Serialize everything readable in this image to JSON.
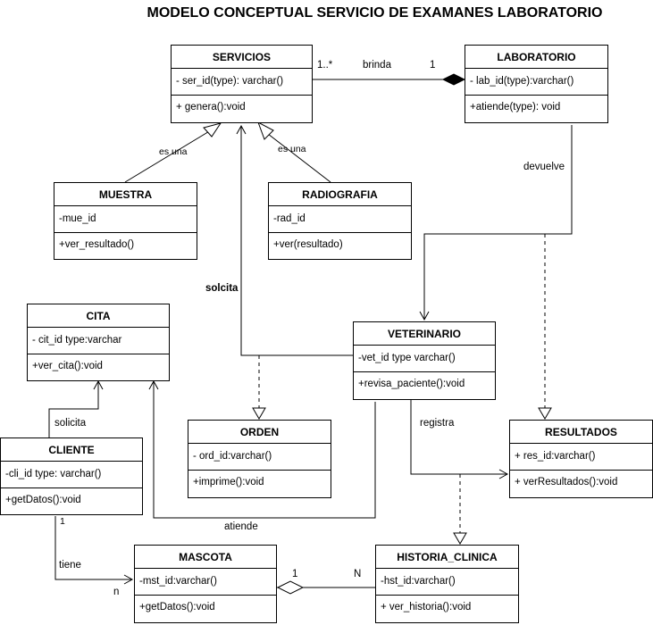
{
  "title": "MODELO CONCEPTUAL SERVICIO DE EXAMANES LABORATORIO",
  "classes": {
    "servicios": {
      "name": "SERVICIOS",
      "attr": "- ser_id(type): varchar()",
      "method": "+ genera():void"
    },
    "laboratorio": {
      "name": "LABORATORIO",
      "attr": "- lab_id(type):varchar()",
      "method": "+atiende(type): void"
    },
    "muestra": {
      "name": "MUESTRA",
      "attr": "-mue_id",
      "method": "+ver_resultado()"
    },
    "radiografia": {
      "name": "RADIOGRAFIA",
      "attr": "-rad_id",
      "method": "+ver(resultado)"
    },
    "cita": {
      "name": "CITA",
      "attr": "- cit_id type:varchar",
      "method": "+ver_cita():void"
    },
    "veterinario": {
      "name": "VETERINARIO",
      "attr": "-vet_id type varchar()",
      "method": "+revisa_paciente():void"
    },
    "orden": {
      "name": "ORDEN",
      "attr": "- ord_id:varchar()",
      "method": "+imprime():void"
    },
    "resultados": {
      "name": "RESULTADOS",
      "attr": "+ res_id:varchar()",
      "method": "+ verResultados():void"
    },
    "cliente": {
      "name": "CLIENTE",
      "attr": "-cli_id type: varchar()",
      "method": "+getDatos():void"
    },
    "mascota": {
      "name": "MASCOTA",
      "attr": "-mst_id:varchar()",
      "method": "+getDatos():void"
    },
    "historia": {
      "name": "HISTORIA_CLINICA",
      "attr": "-hst_id:varchar()",
      "method": "+ ver_historia():void"
    }
  },
  "labels": {
    "brinda": "brinda",
    "mult_servicios": "1..*",
    "mult_laboratorio": "1",
    "es_una_1": "es una",
    "es_una_2": "es una",
    "devuelve": "devuelve",
    "solcita": "solcita",
    "registra": "registra",
    "solicita": "solicita",
    "atiende": "atiende",
    "tiene": "tiene",
    "mult_cliente": "1",
    "mult_n": "n",
    "mult_mascota": "1",
    "mult_historia": "N"
  }
}
